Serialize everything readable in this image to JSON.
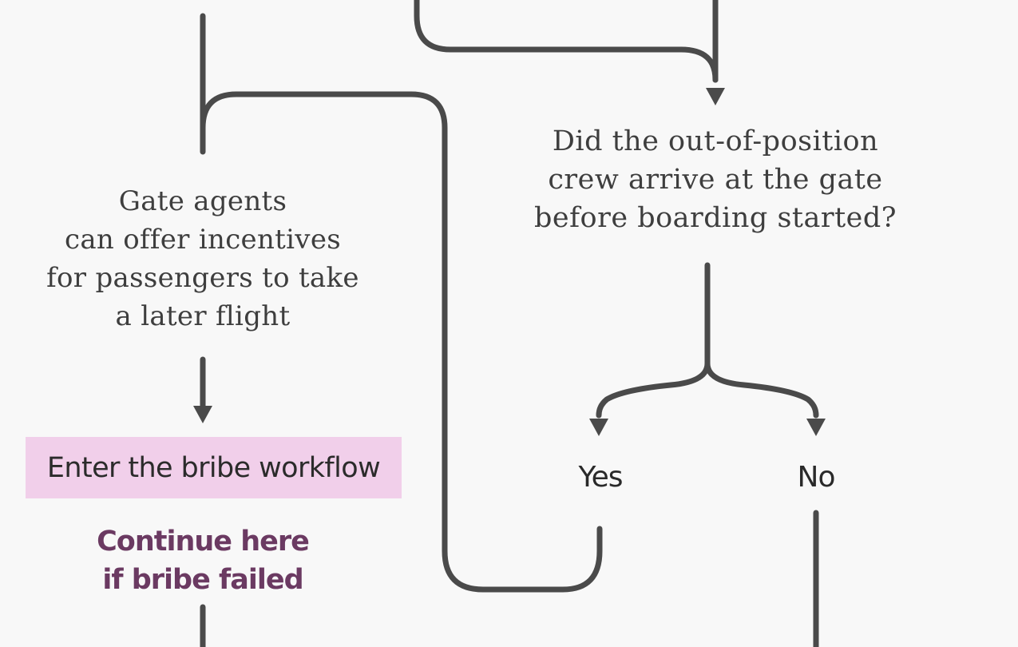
{
  "nodes": {
    "gate_agents": {
      "lines": [
        "Gate agents",
        "can offer incentives",
        "for passengers to take",
        "a later flight"
      ]
    },
    "crew_question": {
      "lines": [
        "Did the out-of-position",
        "crew arrive at the gate",
        "before boarding started?"
      ]
    },
    "bribe_workflow": {
      "label": "Enter the bribe workflow"
    },
    "continue_if_failed": {
      "lines": [
        "Continue here",
        "if bribe failed"
      ]
    },
    "answer_yes": {
      "label": "Yes"
    },
    "answer_no": {
      "label": "No"
    }
  },
  "colors": {
    "connector": "#4a4a4a",
    "bribe_box_fill": "#f1cfea",
    "continue_text": "#6b3a62",
    "background": "#f8f8f8"
  }
}
